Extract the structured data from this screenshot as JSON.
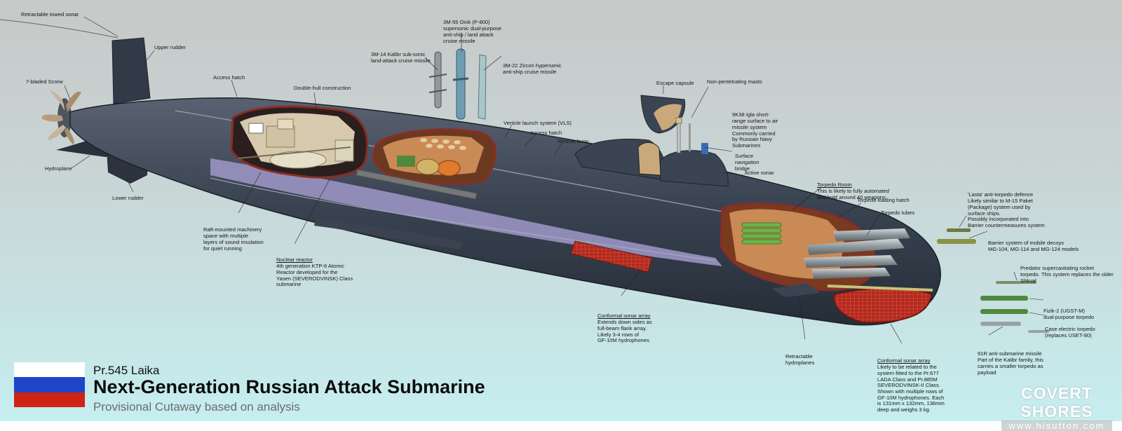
{
  "title": {
    "kicker": "Pr.545 Laika",
    "main": "Next-Generation Russian Attack Submarine",
    "sub": "Provisional Cutaway based on analysis"
  },
  "flag": {
    "colors": [
      "#ffffff",
      "#1e45c8",
      "#d02318"
    ]
  },
  "watermark": {
    "brand": "COVERT SHORES",
    "url": "www.hisutton.com"
  },
  "colors": {
    "hull": "#3a4452",
    "hull_light": "#5a6272",
    "interior": "#c98a56",
    "sonar": "#c0392b",
    "tubes": "#9aa3a6",
    "launch_green": "#6eb548",
    "panel": "#9a93c2"
  },
  "labels": {
    "towed_sonar": [
      "Retractable towed sonar"
    ],
    "upper_rudder": [
      "Upper rudder"
    ],
    "screw": [
      "7-bladed Screw"
    ],
    "hydroplane": [
      "Hydroplane"
    ],
    "lower_rudder": [
      "Lower rudder"
    ],
    "access_hatch_aft": [
      "Access hatch"
    ],
    "double_hull": [
      "Double-hull construction"
    ],
    "oniks": [
      "3M-55 Onik (P-800)",
      "supersonic dual-purpose",
      "anti-ship / land attack",
      "cruise missile"
    ],
    "kalibr": [
      "3M-14 Kalibr sub-sonic",
      "land-attack cruise missile"
    ],
    "zircon": [
      "3M-22 Zircon hypersonic",
      "anti-ship cruise missile"
    ],
    "vls": [
      "Verticle launch system (VLS)"
    ],
    "access_hatch_fwd": [
      "Access hatch"
    ],
    "rescue_buoy": [
      "Rescue buoy"
    ],
    "escape_capsule": [
      "Escape capsule"
    ],
    "masts": [
      "Non-pentetrating masts"
    ],
    "igla": [
      "9K38 Igla short-",
      "range surface to air",
      "missile system",
      "Commonly carried",
      "by Russian Navy",
      "Submarines"
    ],
    "nav_bridge": [
      "Surface",
      "navigation",
      "bridge"
    ],
    "active_sonar": [
      "Active sonar"
    ],
    "torpedo_room_title": "Torpedo Room",
    "torpedo_room": [
      "This is likely to fully automated",
      "and hold around 40 weapons"
    ],
    "loading_hatch": [
      "Torpedo loading hatch"
    ],
    "torpedo_tubes": [
      "Torpedo tubes"
    ],
    "lasta": [
      "'Lasta' anti-torpedo defence",
      "Likely similar to M-15 Paket",
      "(Package) system used by",
      "surface ships.",
      "Possibly incorporated into",
      "Barrier countermeasures system"
    ],
    "barrier": [
      "Barrier system of mobile decoys",
      "MG-104, MG-114 and MG-124 models"
    ],
    "predator": [
      "Predator supercavitating rocket",
      "torpedo. This system replaces the older",
      "Shkval"
    ],
    "fizik": [
      "Fizik-2 (UGST-M)",
      "dual-purpose torpedo"
    ],
    "case_torpedo": [
      "Case electric torpedo",
      "(replaces USET-80)"
    ],
    "r91": [
      "91R anti-submarine missile",
      "Part of the Kalibr family, this",
      "carries a smaller torpedo as",
      "payload"
    ],
    "raft": [
      "Raft-mounted machinery",
      "space with multiple",
      "layers of sound insulation",
      "for quiet running"
    ],
    "reactor_title": "Nuclear reactor",
    "reactor": [
      "4th generation KTP-6 Atomic",
      "Reactor developed for the",
      "Yasen (SEVERODVINSK) Class",
      "submarine"
    ],
    "flank_title": "Conformal sonar array",
    "flank": [
      "Extends down sides as",
      "full-beam flank array.",
      "Likely 3-4 rows of",
      "GF-10M hydrophones"
    ],
    "retract_planes": [
      "Retractable",
      "hydroplanes"
    ],
    "bow_sonar_title": "Conformal sonar array",
    "bow_sonar": [
      "Likely to be related to the",
      "system fitted to the Pr.677",
      "LADA Class and Pr.885M",
      "SEVERODVINSK-II Class.",
      "",
      "Shown with multiple rows of",
      "GF-10M hydrophones. Each",
      "is 131mm x 132mm, 136mm",
      "deep and weighs 3 kg."
    ]
  }
}
